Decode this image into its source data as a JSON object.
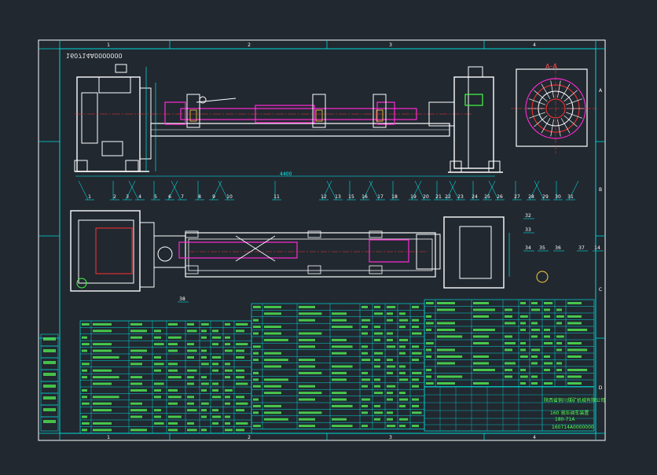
{
  "border_numbers": {
    "top": [
      "1",
      "2",
      "3",
      "4"
    ],
    "bottom": [
      "1",
      "2",
      "3",
      "4"
    ],
    "right": [
      "A",
      "B",
      "C",
      "D"
    ]
  },
  "drawing_no_mirrored": "160714A0000000",
  "section_label": "A–A",
  "overall_length": "4400",
  "top_view_callouts": [
    "1",
    "2",
    "3",
    "4",
    "5",
    "6",
    "7",
    "8",
    "9",
    "10",
    "11",
    "12",
    "13",
    "15",
    "16",
    "17",
    "18",
    "19",
    "20",
    "21",
    "22",
    "23",
    "24",
    "25",
    "26",
    "27",
    "28",
    "29",
    "30",
    "31"
  ],
  "bottom_view_callouts": [
    "32",
    "33",
    "34",
    "35",
    "36",
    "37",
    "14",
    "38"
  ],
  "title_block": {
    "company": "陕西省铜川煤矿机械有限公司",
    "drawing_title": "160 液压调车装置",
    "model": "180-71A",
    "drawing_no": "160714A0000000"
  },
  "colors": {
    "background": "#212830",
    "frame": "#ffffff",
    "grid_frame": "#00d9d9",
    "parts": "#ff2ad2",
    "centerline": "#ff3030",
    "dimension": "#00ffff",
    "label": "#ffff55",
    "table_text": "#55ff55",
    "hatch": "#ffd040"
  }
}
